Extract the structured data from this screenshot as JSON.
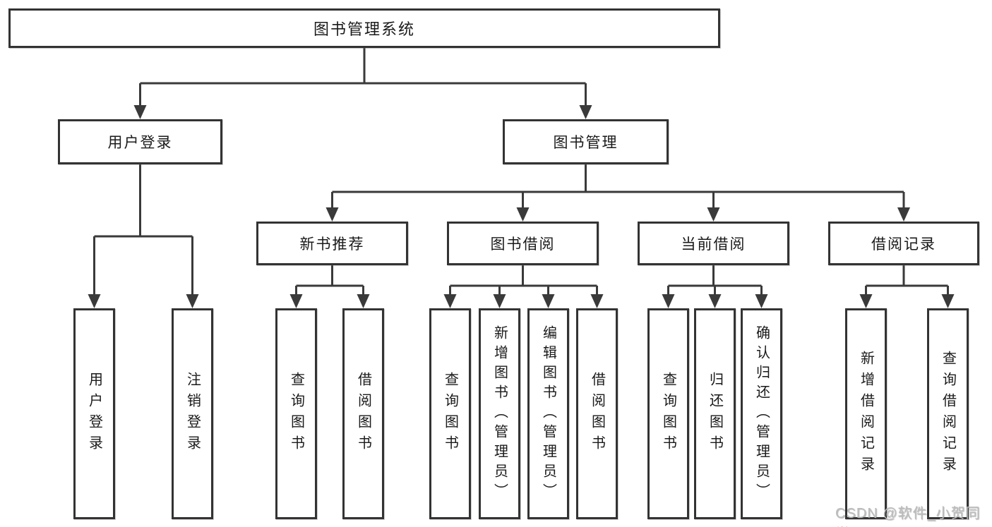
{
  "tree": {
    "label": "图书管理系统",
    "children": [
      {
        "label": "用户登录",
        "children": [
          {
            "label": "用户登录"
          },
          {
            "label": "注销登录"
          }
        ]
      },
      {
        "label": "图书管理",
        "children": [
          {
            "label": "新书推荐",
            "children": [
              {
                "label": "查询图书"
              },
              {
                "label": "借阅图书"
              }
            ]
          },
          {
            "label": "图书借阅",
            "children": [
              {
                "label": "查询图书"
              },
              {
                "label": "新增图书（管理员）"
              },
              {
                "label": "编辑图书（管理员）"
              },
              {
                "label": "借阅图书"
              }
            ]
          },
          {
            "label": "当前借阅",
            "children": [
              {
                "label": "查询图书"
              },
              {
                "label": "归还图书"
              },
              {
                "label": "确认归还（管理员）"
              }
            ]
          },
          {
            "label": "借阅记录",
            "children": [
              {
                "label": "新增借阅记录"
              },
              {
                "label": "查询借阅记录"
              }
            ]
          }
        ]
      }
    ]
  },
  "watermark": "CSDN @软件_小贺同学",
  "colors": {
    "line": "#3a3a3a",
    "box_border": "#333333",
    "box_fill": "#ffffff",
    "text": "#1a1a1a",
    "watermark": "#bdbdbd",
    "background": "#ffffff"
  }
}
